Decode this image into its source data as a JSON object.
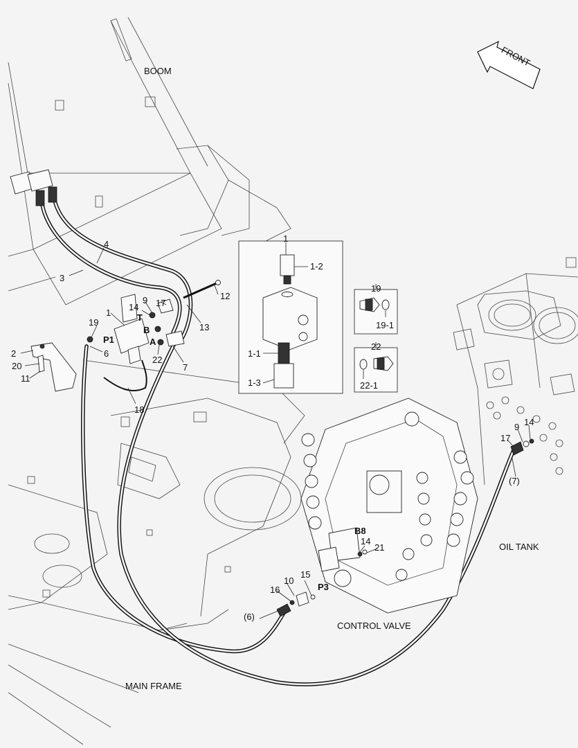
{
  "areas": {
    "boom": "BOOM",
    "oil_tank": "OIL TANK",
    "control_valve": "CONTROL VALVE",
    "main_frame": "MAIN FRAME",
    "front": "FRONT"
  },
  "callouts": {
    "c1": "1",
    "c1_1": "1-1",
    "c1_2": "1-2",
    "c1_3": "1-3",
    "c2": "2",
    "c3": "3",
    "c4": "4",
    "c6": "6",
    "c7": "7",
    "c9a": "9",
    "c9b": "9",
    "c10": "10",
    "c11": "11",
    "c12": "12",
    "c13": "13",
    "c14a": "14",
    "c14b": "14",
    "c14c": "14",
    "c15": "15",
    "c16": "16",
    "c17a": "17",
    "c17b": "17",
    "c18": "18",
    "c19a": "19",
    "c19b": "19",
    "c19_1": "19-1",
    "c20": "20",
    "c21": "21",
    "c22a": "22",
    "c22b": "22",
    "c22_1": "22-1",
    "c6p": "(6)",
    "c7p": "(7)"
  },
  "ports": {
    "p1": "P1",
    "t": "T",
    "b": "B",
    "a": "A",
    "b8": "B8",
    "p3": "P3"
  }
}
